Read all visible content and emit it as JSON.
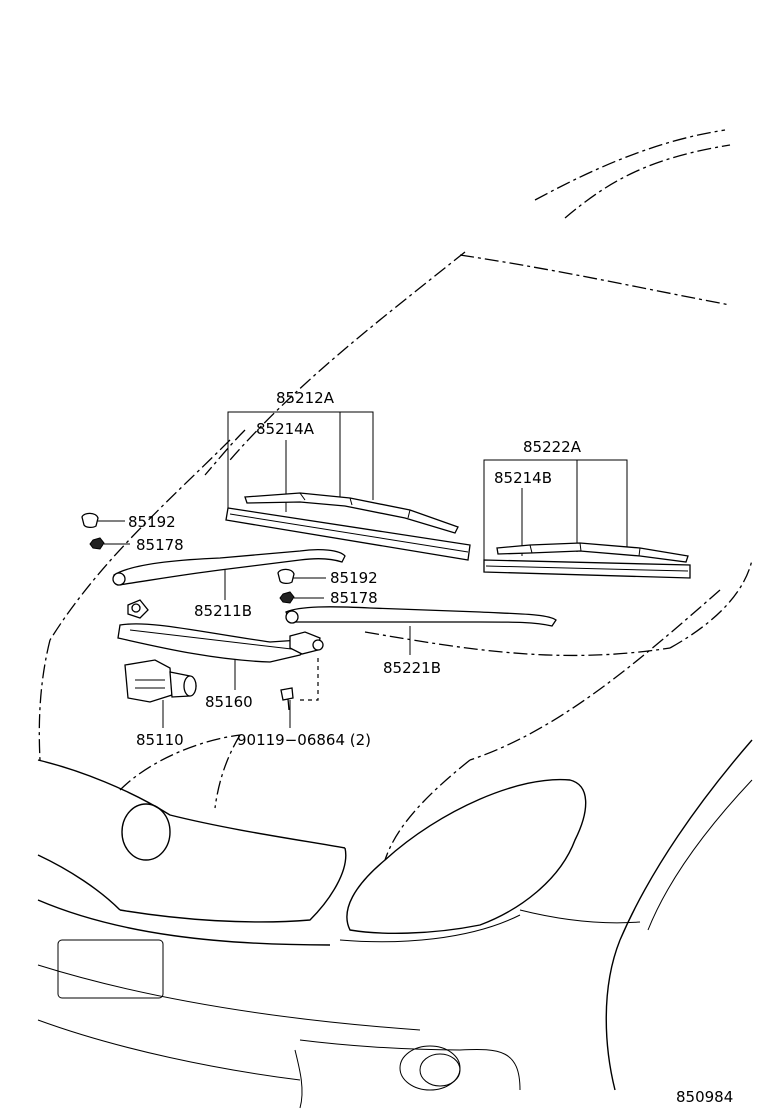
{
  "labels": {
    "p85212A": "85212A",
    "p85214A": "85214A",
    "p85222A": "85222A",
    "p85214B": "85214B",
    "p85192_left": "85192",
    "p85178_left": "85178",
    "p85192_right": "85192",
    "p85178_right": "85178",
    "p85211B": "85211B",
    "p85221B": "85221B",
    "p85160": "85160",
    "p85110": "85110",
    "p90119": "90119−06864 (2)",
    "diagram_number": "850984"
  }
}
